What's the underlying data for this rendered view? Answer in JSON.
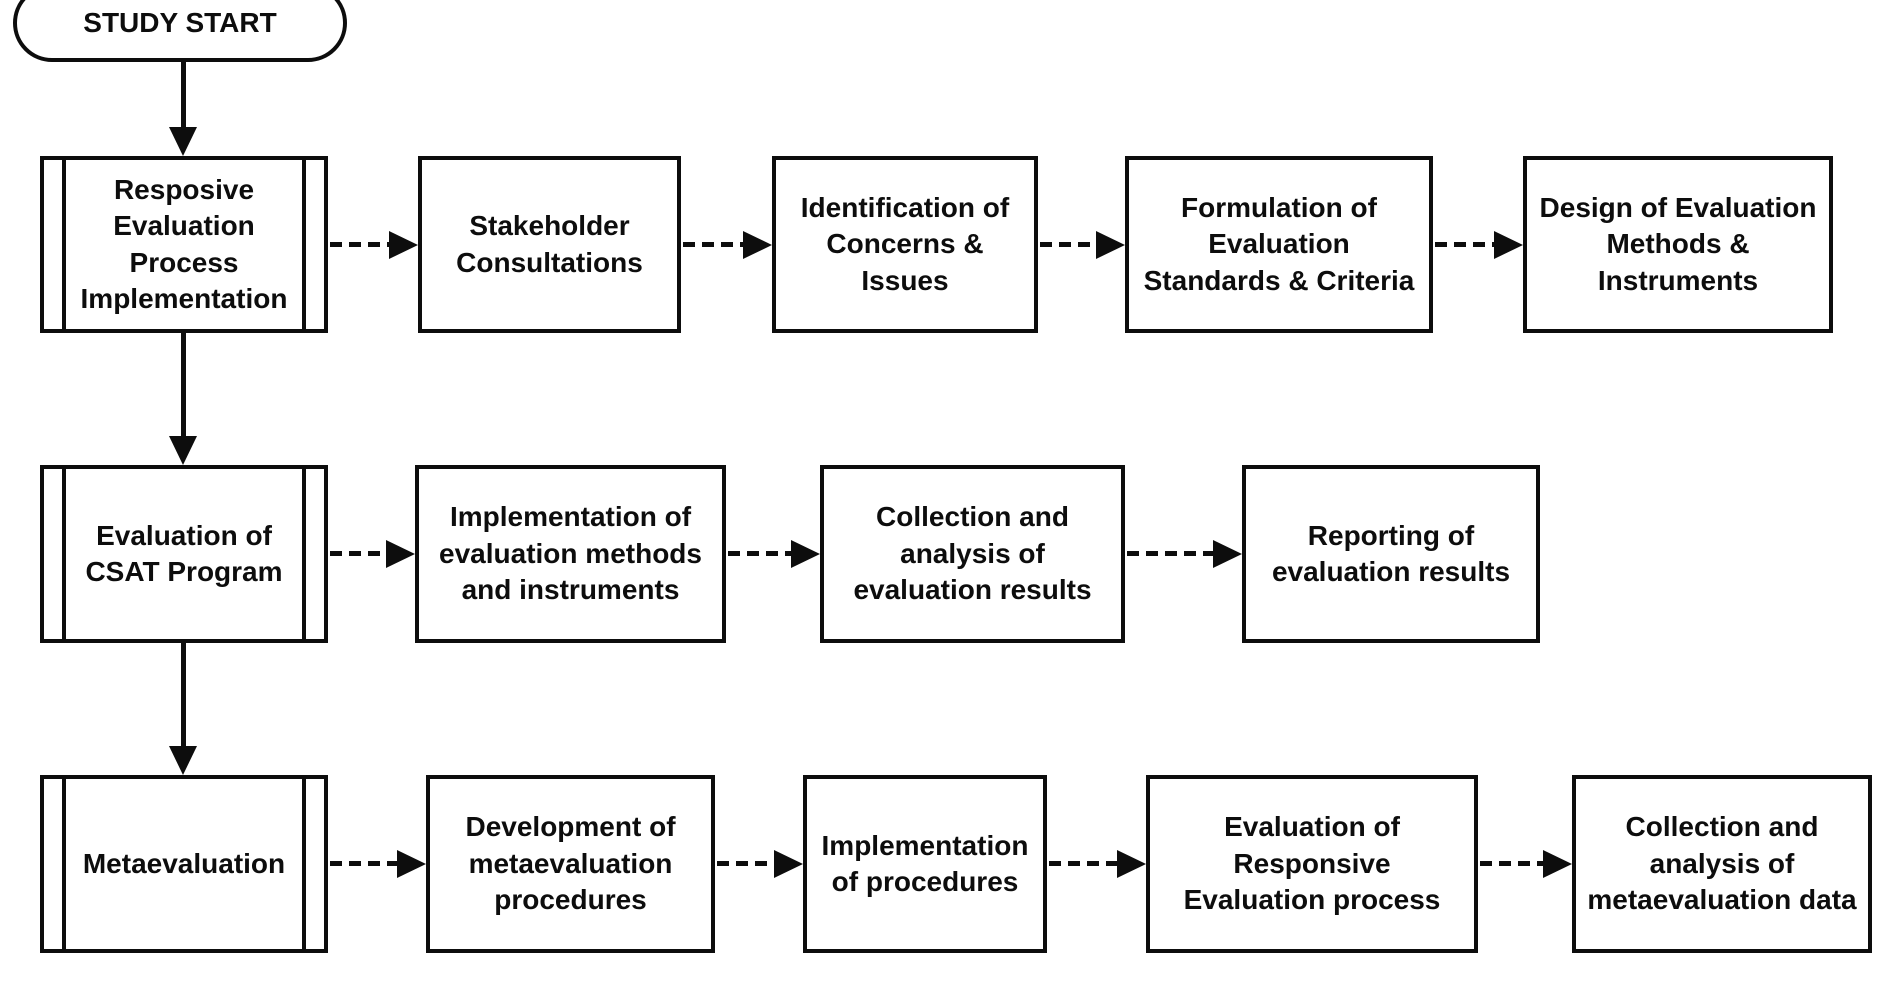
{
  "colors": {
    "background": "#ffffff",
    "ink": "#0d0d0d"
  },
  "flowchart": {
    "start": {
      "label": "STUDY START",
      "shape": "terminator"
    },
    "rows": [
      {
        "main": {
          "label": "Resposive Evaluation Process Implementation",
          "shape": "subprocess"
        },
        "steps": [
          {
            "label": "Stakeholder Consultations"
          },
          {
            "label": "Identification of Concerns & Issues"
          },
          {
            "label": "Formulation of Evaluation Standards & Criteria"
          },
          {
            "label": "Design of Evaluation Methods & Instruments"
          }
        ]
      },
      {
        "main": {
          "label": "Evaluation of CSAT Program",
          "shape": "subprocess"
        },
        "steps": [
          {
            "label": "Implementation of evaluation methods and instruments"
          },
          {
            "label": "Collection and analysis of evaluation results"
          },
          {
            "label": "Reporting of evaluation results"
          }
        ]
      },
      {
        "main": {
          "label": "Metaevaluation",
          "shape": "subprocess"
        },
        "steps": [
          {
            "label": "Development of metaevaluation procedures"
          },
          {
            "label": "Implementation of procedures"
          },
          {
            "label": "Evaluation of Responsive Evaluation process"
          },
          {
            "label": "Collection and analysis of metaevaluation data"
          }
        ]
      }
    ]
  }
}
